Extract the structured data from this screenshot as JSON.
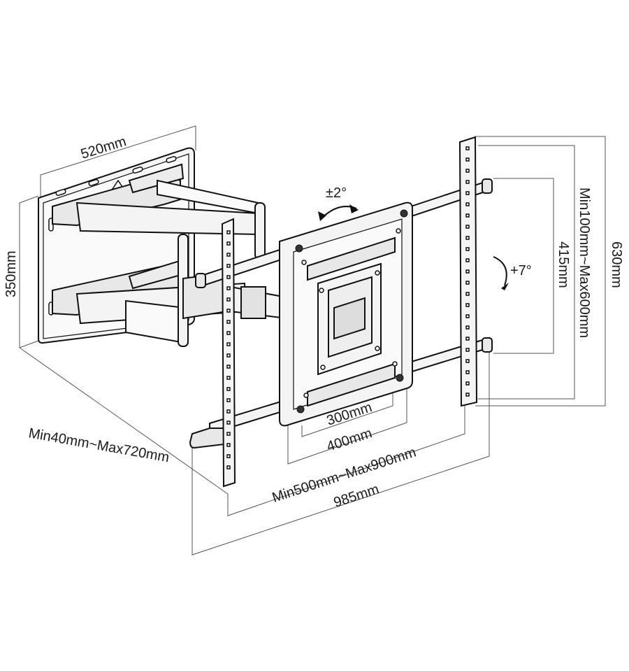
{
  "dimensions": {
    "wall_plate_width": "520mm",
    "wall_plate_height": "350mm",
    "rail_height": "630mm",
    "vertical_range": "Min100mm~Max600mm",
    "inner_vertical": "415mm",
    "vesa_inner": "300mm",
    "vesa_outer": "400mm",
    "horizontal_range": "Min500mm~Max900mm",
    "overall_width": "985mm",
    "extension_range": "Min40mm~Max720mm"
  },
  "angles": {
    "swivel": "±2°",
    "tilt": "+7°"
  }
}
